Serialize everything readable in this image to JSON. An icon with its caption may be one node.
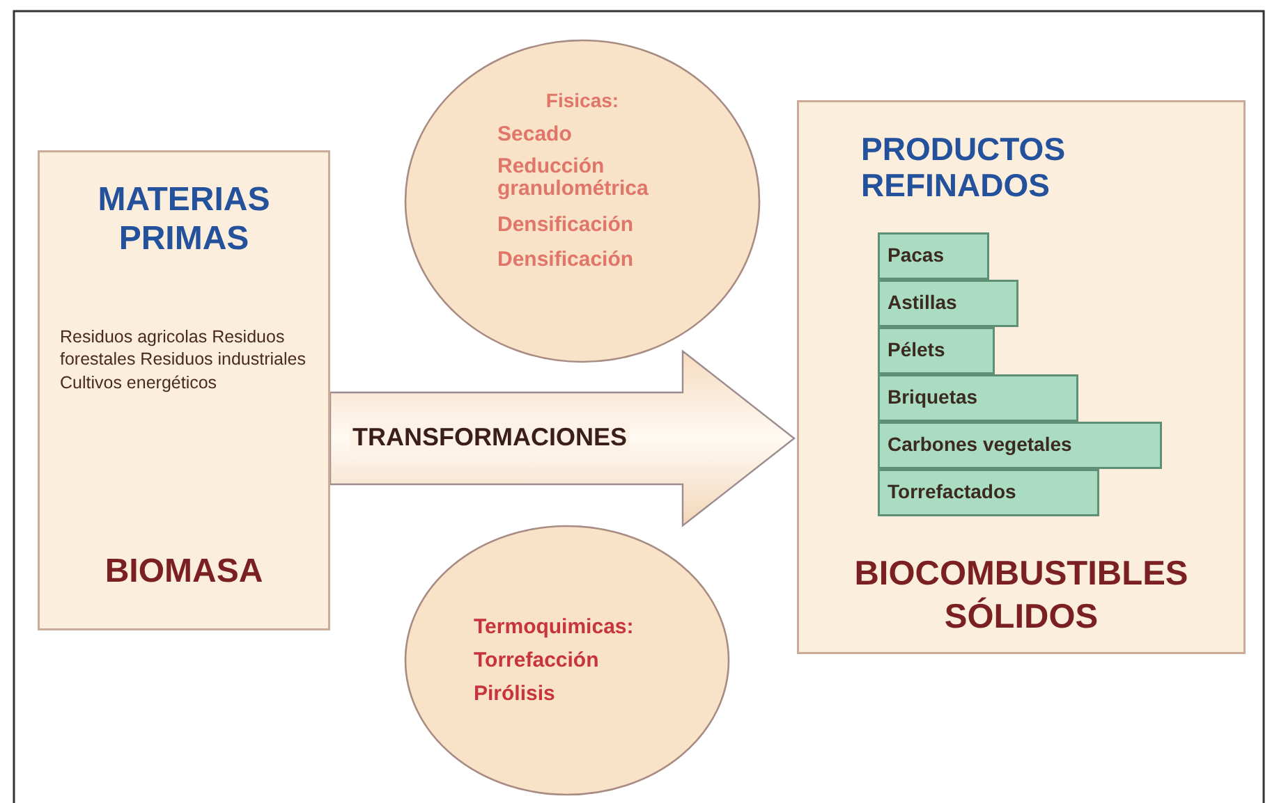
{
  "diagram": {
    "nodes": [
      {
        "text": [
          "MATERIAS PRIMAS",
          "Residuos agricolas Residuos forestales Residuos industriales Cultivos energéticos",
          "BIOMASA"
        ]
      },
      {
        "text": [
          "Fisicas:",
          "Secado",
          "Reducción granulométrica",
          "Densificación",
          "Densificación"
        ]
      },
      {
        "text": [
          "Termoquimicas:",
          "Torrefacción",
          "Pirólisis"
        ]
      },
      {
        "text": [
          "PRODUCTOS REFINADOS",
          "BIOCOMBUSTIBLES SÓLIDOS"
        ]
      },
      {
        "text": [
          "Pacas"
        ],
        "in": 3
      },
      {
        "text": [
          "Astillas"
        ],
        "in": 3
      },
      {
        "text": [
          "Pélets"
        ],
        "in": 3
      },
      {
        "text": [
          "Briquetas"
        ],
        "in": 3
      },
      {
        "text": [
          "Carbones vegetales"
        ],
        "in": 3
      },
      {
        "text": [
          "Torrefactados"
        ],
        "in": 3
      }
    ],
    "edges": [
      {
        "from": 0,
        "to": 3,
        "arrow": "to",
        "label": "TRANSFORMACIONES",
        "style": "thick"
      }
    ]
  }
}
